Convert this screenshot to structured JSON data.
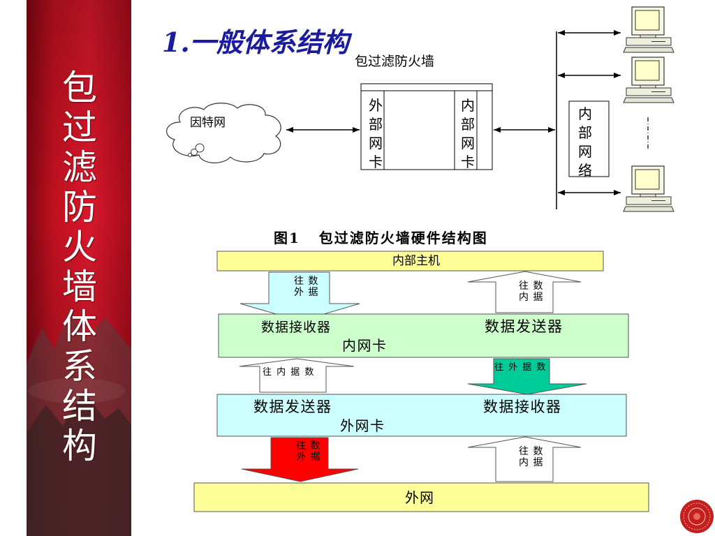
{
  "sidebar": {
    "title": "包过滤防火墙体系结构"
  },
  "heading": {
    "text": "1.一般体系结构",
    "color": "#1b1b9e"
  },
  "hardware_diagram": {
    "firewall_label": "包过滤防火墙",
    "internet_label": "因特网",
    "external_nic_label": "外部网卡",
    "internal_nic_label": "内部网卡",
    "internal_network_label": "内部网络",
    "caption": "图1   包过滤防火墙硬件结构图"
  },
  "flow_diagram": {
    "internal_host": "内部主机",
    "inner_nic": {
      "receiver": "数据接收器",
      "sender": "数据发送器",
      "title": "内网卡"
    },
    "outer_nic": {
      "sender": "数据发送器",
      "receiver": "数据接收器",
      "title": "外网卡"
    },
    "external_network": "外网",
    "arrows": {
      "host_to_inner_nic": "往 数\n外 据",
      "inner_nic_to_host": "往 数\n内 据",
      "outer_to_inner_nic": "往 内 据 数",
      "inner_to_outer_nic": "往 外 据 数",
      "outer_nic_to_network": "往 数\n外 据",
      "network_to_outer_nic": "往 数\n内 据"
    }
  },
  "colors": {
    "host_box": "#ffff99",
    "inner_nic_box": "#ccffcc",
    "outer_nic_box": "#ccffff",
    "external_box": "#ffff99",
    "outbound_arrow_top": "#ccffff",
    "inbound_arrow": "#ffffff",
    "outbound_arrow_middle": "#00cc99",
    "outbound_arrow_bottom": "#ff0000"
  }
}
